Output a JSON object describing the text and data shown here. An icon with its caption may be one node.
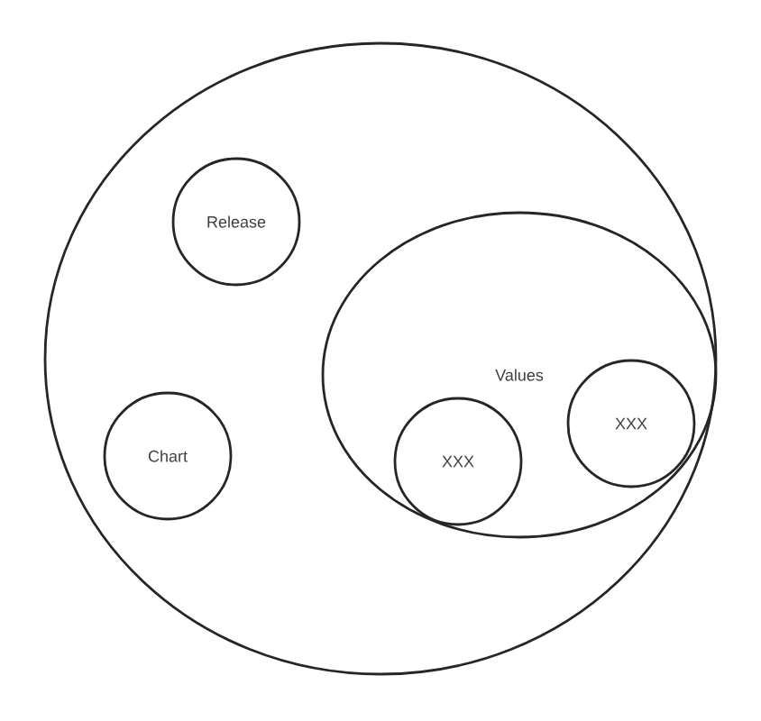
{
  "diagram": {
    "nodes": [
      {
        "text": [],
        "shape": "circle"
      },
      {
        "text": [
          "Release"
        ],
        "in": 0
      },
      {
        "text": [
          "Chart"
        ],
        "in": 0
      },
      {
        "text": [
          "Values"
        ],
        "in": 0
      },
      {
        "text": [
          "XXX"
        ],
        "in": 3
      },
      {
        "text": [
          "XXX"
        ],
        "in": 3
      }
    ]
  }
}
